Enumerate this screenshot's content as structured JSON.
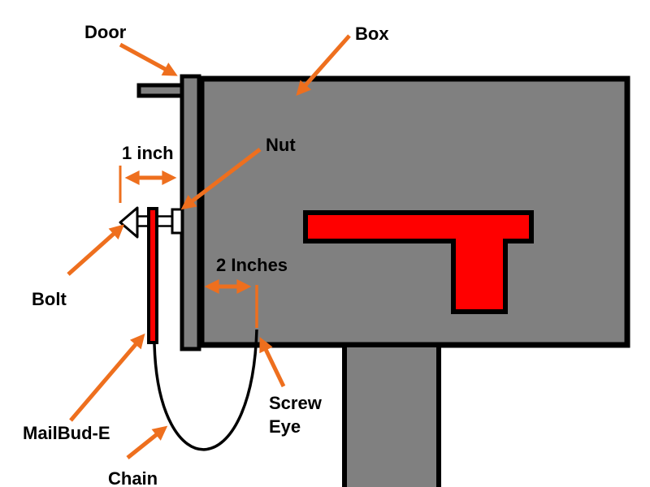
{
  "diagram": {
    "labels": {
      "door": "Door",
      "box": "Box",
      "nut": "Nut",
      "bolt": "Bolt",
      "mailbud_e": "MailBud-E",
      "chain": "Chain",
      "screw_eye_line1": "Screw",
      "screw_eye_line2": "Eye"
    },
    "measurements": {
      "door_to_bolt": "1 inch",
      "door_to_screw_eye": "2 Inches"
    },
    "colors": {
      "body_gray": "#808080",
      "flag_red": "#FF0000",
      "arrow_orange": "#EE6F1E",
      "outline_black": "#000000",
      "background": "#FFFFFF"
    }
  }
}
